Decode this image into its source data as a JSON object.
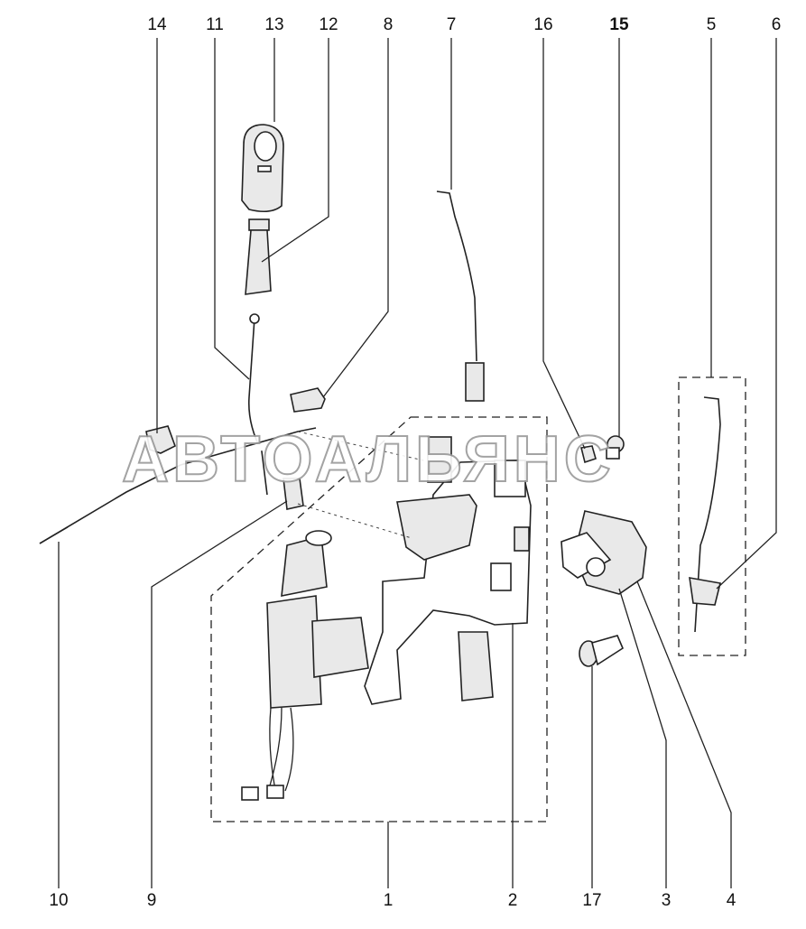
{
  "labels": {
    "l14": "14",
    "l11": "11",
    "l13": "13",
    "l12": "12",
    "l8": "8",
    "l7": "7",
    "l16": "16",
    "l15": "15",
    "l5": "5",
    "l6": "6",
    "l10": "10",
    "l9": "9",
    "l1": "1",
    "l2": "2",
    "l17": "17",
    "l3": "3",
    "l4": "4"
  },
  "watermark": "АВТОАЛЬЯНС"
}
